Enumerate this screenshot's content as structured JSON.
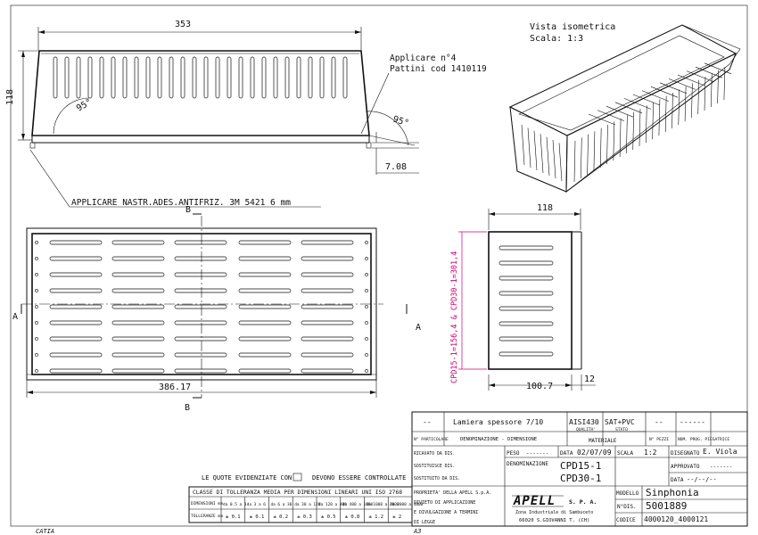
{
  "drawing": {
    "front_view": {
      "dim_width": "353",
      "dim_height": "118",
      "angle_left": "95°",
      "angle_right": "95°",
      "dim_foot": "7.08",
      "note_feet_line1": "Applicare n°4",
      "note_feet_line2": "Pattini cod 1410119",
      "note_tape": "APPLICARE   NASTR.ADES.ANTIFRIZ. 3M 5421 6 mm"
    },
    "top_view": {
      "dim_length": "386.17",
      "section_label_top": "B",
      "section_label_bottom": "B",
      "section_label_left": "A",
      "section_label_right": "A"
    },
    "side_view": {
      "dim_width": "118",
      "dim_depth": "100.7",
      "dim_lip": "12",
      "length_note": "CPD15-1=156,4 & CPD30-1=301,4"
    },
    "iso_view": {
      "title": "Vista isometrica",
      "scale": "Scala:  1:3"
    }
  },
  "title_block": {
    "row1": {
      "part": "--",
      "description": "Lamiera spessore 7/10",
      "material": "AISI430",
      "finish": "SAT+PVC",
      "pieces": "--",
      "drawn_code": "------"
    },
    "headers": {
      "particolare": "N° PARTICOLARE",
      "denominazione": "DENOMINAZIONE - DIMENSIONE",
      "qualita": "QUALITA'",
      "stato": "STATO",
      "materiale": "MATERIALE",
      "pezzi": "N° PEZZI",
      "nom_prog": "NOM. PROG. PIEGATRICE"
    },
    "ricavato": "RICAVATO DA DIS.",
    "sostituisce": "SOSTITUISCE DIS.",
    "sostituito": "SOSTITUITO DA DIS.",
    "peso_label": "PESO",
    "peso_value": "-------",
    "data_label": "DATA",
    "data_value": "02/07/09",
    "scala_label": "SCALA",
    "scala_value": "1:2",
    "disegnato_label": "DISEGNATO",
    "disegnato_value": "E. Viola",
    "denominazione_label": "DENOMINAZIONE",
    "denominazione_value1": "CPD15-1",
    "denominazione_value2": "CPD30-1",
    "approvato_label": "APPROVATO",
    "approvato_value": "-------",
    "data2_label": "DATA",
    "data2_value": "--/--/--",
    "property_line1": "PROPRIETA' DELLA APELL S.p.A.",
    "property_line2": "DIVIETO DI APPLICAZIONE",
    "property_line3": "E DIVULGAZIONE A TERMINI",
    "property_line4": "DI LEGGE",
    "company_logo": "APELL",
    "company_suffix": "S. P. A.",
    "company_address1": "Zona Industriale di Sambuceto",
    "company_address2": "66020 S.GIOVANNI T. (CH)",
    "modello_label": "MODELLO",
    "modello_value": "Sinphonia",
    "ndis_label": "N°DIS.",
    "ndis_value": "5001889",
    "codice_label": "CODICE",
    "codice_value": "4000120_4000121"
  },
  "tolerance": {
    "note_before": "LE QUOTE EVIDENZIATE CON",
    "note_after": "DEVONO ESSERE CONTROLLATE",
    "header": "CLASSE DI TOLLERANZA MEDIA PER DIMENSIONI LINEARI UNI ISO 2768",
    "row1_label": "DIMENSIONI mm",
    "ranges": [
      "da 0.5 a 3",
      "da 3 a 6",
      "da 6 a 30",
      "da 30 a 120",
      "da 120 a 400",
      "da 400 a 1000",
      "da 1000 a 2000",
      "da 2000 a 4000"
    ],
    "row2_label": "TOLLERANZE mm",
    "values": [
      "± 0.1",
      "± 0.1",
      "± 0.2",
      "± 0.3",
      "± 0.5",
      "± 0.8",
      "± 1.2",
      "± 2"
    ]
  },
  "sheet": {
    "software": "CATIA",
    "format": "A3"
  }
}
